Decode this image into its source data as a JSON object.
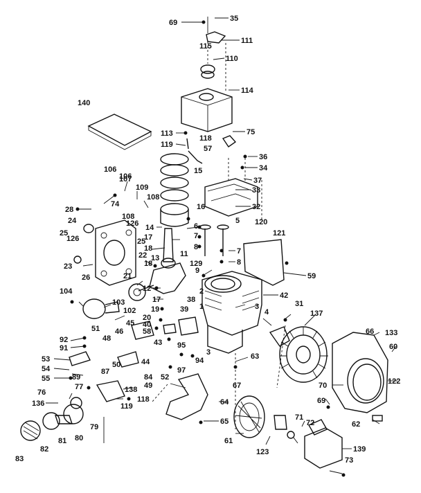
{
  "labels": [
    {
      "id": "l69a",
      "text": "69"
    },
    {
      "id": "l35",
      "text": "35"
    },
    {
      "id": "l111",
      "text": "111"
    },
    {
      "id": "l115",
      "text": "115"
    },
    {
      "id": "l110",
      "text": "110"
    },
    {
      "id": "l114",
      "text": "114"
    },
    {
      "id": "l140",
      "text": "140"
    },
    {
      "id": "l75",
      "text": "75"
    },
    {
      "id": "l113",
      "text": "113"
    },
    {
      "id": "l118a",
      "text": "118"
    },
    {
      "id": "l119a",
      "text": "119"
    },
    {
      "id": "l57",
      "text": "57"
    },
    {
      "id": "l36",
      "text": "36"
    },
    {
      "id": "l34",
      "text": "34"
    },
    {
      "id": "l15",
      "text": "15"
    },
    {
      "id": "l37",
      "text": "37"
    },
    {
      "id": "l106a",
      "text": "106"
    },
    {
      "id": "l107",
      "text": "107"
    },
    {
      "id": "l109",
      "text": "109"
    },
    {
      "id": "l33",
      "text": "33"
    },
    {
      "id": "l108a",
      "text": "108"
    },
    {
      "id": "l32",
      "text": "32"
    },
    {
      "id": "l28",
      "text": "28"
    },
    {
      "id": "l74",
      "text": "74"
    },
    {
      "id": "l16",
      "text": "16"
    },
    {
      "id": "l24",
      "text": "24"
    },
    {
      "id": "l108b",
      "text": "108"
    },
    {
      "id": "l6",
      "text": "6"
    },
    {
      "id": "l5",
      "text": "5"
    },
    {
      "id": "l120",
      "text": "120"
    },
    {
      "id": "l126a",
      "text": "126"
    },
    {
      "id": "l14",
      "text": "14"
    },
    {
      "id": "l121",
      "text": "121"
    },
    {
      "id": "l25a",
      "text": "25"
    },
    {
      "id": "l17a",
      "text": "17"
    },
    {
      "id": "l126b",
      "text": "126"
    },
    {
      "id": "l25b",
      "text": "25"
    },
    {
      "id": "l7a",
      "text": "7"
    },
    {
      "id": "l7b",
      "text": "7"
    },
    {
      "id": "l18a",
      "text": "18"
    },
    {
      "id": "l11",
      "text": "11"
    },
    {
      "id": "l13",
      "text": "13"
    },
    {
      "id": "l22",
      "text": "22"
    },
    {
      "id": "l8a",
      "text": "8"
    },
    {
      "id": "l8b",
      "text": "8"
    },
    {
      "id": "l23",
      "text": "23"
    },
    {
      "id": "l129",
      "text": "129"
    },
    {
      "id": "l9",
      "text": "9"
    },
    {
      "id": "l26",
      "text": "26"
    },
    {
      "id": "l59",
      "text": "59"
    },
    {
      "id": "l21",
      "text": "21"
    },
    {
      "id": "l12",
      "text": "12"
    },
    {
      "id": "l104",
      "text": "104"
    },
    {
      "id": "l2",
      "text": "2"
    },
    {
      "id": "l42",
      "text": "42"
    },
    {
      "id": "l17b",
      "text": "17"
    },
    {
      "id": "l38",
      "text": "38"
    },
    {
      "id": "l1",
      "text": "1"
    },
    {
      "id": "l103",
      "text": "103"
    },
    {
      "id": "l3a",
      "text": "3"
    },
    {
      "id": "l31",
      "text": "31"
    },
    {
      "id": "l39",
      "text": "39"
    },
    {
      "id": "l19",
      "text": "19"
    },
    {
      "id": "l102",
      "text": "102"
    },
    {
      "id": "l4",
      "text": "4"
    },
    {
      "id": "l137",
      "text": "137"
    },
    {
      "id": "l20",
      "text": "20"
    },
    {
      "id": "l40",
      "text": "40"
    },
    {
      "id": "l51",
      "text": "51"
    },
    {
      "id": "l45",
      "text": "45"
    },
    {
      "id": "l46",
      "text": "46"
    },
    {
      "id": "l58",
      "text": "58"
    },
    {
      "id": "l66",
      "text": "66"
    },
    {
      "id": "l133",
      "text": "133"
    },
    {
      "id": "l92",
      "text": "92"
    },
    {
      "id": "l48",
      "text": "48"
    },
    {
      "id": "l43",
      "text": "43"
    },
    {
      "id": "l95",
      "text": "95"
    },
    {
      "id": "l60",
      "text": "60"
    },
    {
      "id": "l91",
      "text": "91"
    },
    {
      "id": "l3b",
      "text": "3"
    },
    {
      "id": "l53",
      "text": "53"
    },
    {
      "id": "l63",
      "text": "63"
    },
    {
      "id": "l94",
      "text": "94"
    },
    {
      "id": "l54",
      "text": "54"
    },
    {
      "id": "l50",
      "text": "50"
    },
    {
      "id": "l44",
      "text": "44"
    },
    {
      "id": "l87",
      "text": "87"
    },
    {
      "id": "l97",
      "text": "97"
    },
    {
      "id": "l55",
      "text": "55"
    },
    {
      "id": "l84",
      "text": "84"
    },
    {
      "id": "l52",
      "text": "52"
    },
    {
      "id": "l122",
      "text": "122"
    },
    {
      "id": "l49",
      "text": "49"
    },
    {
      "id": "l89",
      "text": "89"
    },
    {
      "id": "l67",
      "text": "67"
    },
    {
      "id": "l70",
      "text": "70"
    },
    {
      "id": "l77",
      "text": "77"
    },
    {
      "id": "l138",
      "text": "138"
    },
    {
      "id": "l76",
      "text": "76"
    },
    {
      "id": "l136",
      "text": "136"
    },
    {
      "id": "l118b",
      "text": "118"
    },
    {
      "id": "l69b",
      "text": "69"
    },
    {
      "id": "l119b",
      "text": "119"
    },
    {
      "id": "l64",
      "text": "64"
    },
    {
      "id": "l62",
      "text": "62"
    },
    {
      "id": "l79",
      "text": "79"
    },
    {
      "id": "l71",
      "text": "71"
    },
    {
      "id": "l65",
      "text": "65"
    },
    {
      "id": "l72",
      "text": "72"
    },
    {
      "id": "l81",
      "text": "81"
    },
    {
      "id": "l80",
      "text": "80"
    },
    {
      "id": "l61",
      "text": "61"
    },
    {
      "id": "l83",
      "text": "83"
    },
    {
      "id": "l82",
      "text": "82"
    },
    {
      "id": "l123",
      "text": "123"
    },
    {
      "id": "l139",
      "text": "139"
    },
    {
      "id": "l73",
      "text": "73"
    },
    {
      "id": "l106b",
      "text": "106"
    },
    {
      "id": "l18b",
      "text": "18"
    }
  ]
}
